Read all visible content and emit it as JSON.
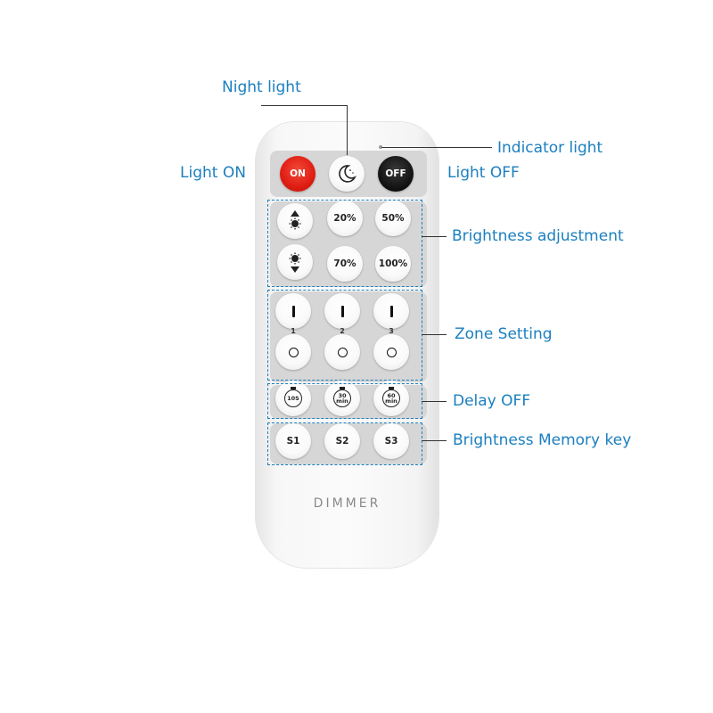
{
  "callouts": {
    "night_light": "Night light",
    "indicator_light": "Indicator light",
    "light_on": "Light ON",
    "light_off": "Light OFF",
    "brightness_adjustment": "Brightness adjustment",
    "zone_setting": "Zone Setting",
    "delay_off": "Delay OFF",
    "brightness_memory_key": "Brightness Memory key"
  },
  "remote": {
    "brand_label": "DIMMER",
    "top_row": {
      "on": "ON",
      "night": "moon-icon",
      "off": "OFF"
    },
    "brightness": {
      "up": "brightness-up-icon",
      "p20": "20%",
      "p50": "50%",
      "down": "brightness-down-icon",
      "p70": "70%",
      "p100": "100%"
    },
    "zones": [
      {
        "number": "1"
      },
      {
        "number": "2"
      },
      {
        "number": "3"
      }
    ],
    "delay": [
      {
        "top": "10S",
        "bottom": ""
      },
      {
        "top": "30",
        "bottom": "min"
      },
      {
        "top": "60",
        "bottom": "min"
      }
    ],
    "memory": [
      "S1",
      "S2",
      "S3"
    ]
  },
  "colors": {
    "callout": "#1b7fbf",
    "on_button": "#e01d12",
    "off_button": "#111111"
  }
}
